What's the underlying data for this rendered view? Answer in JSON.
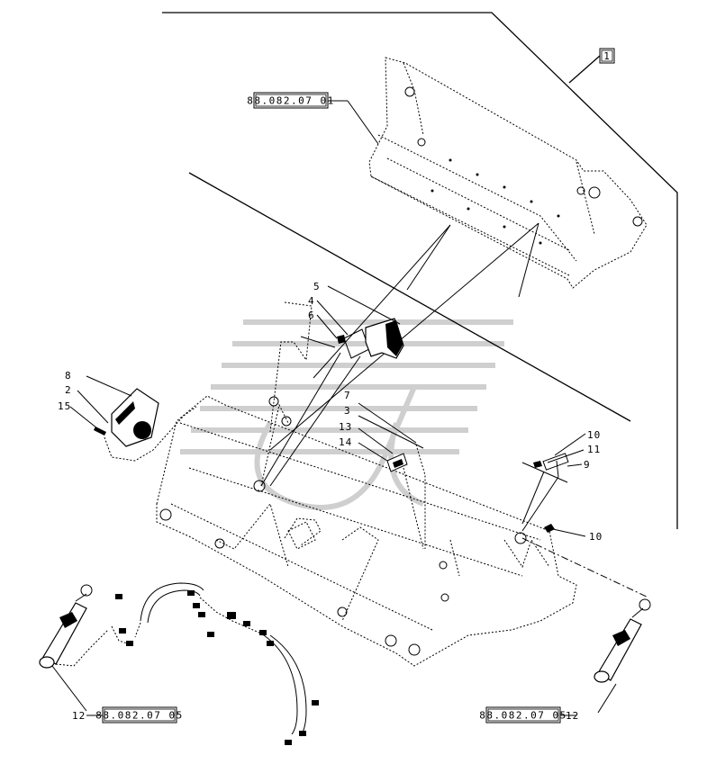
{
  "diagram": {
    "ref_boxes": [
      {
        "id": "ref-top",
        "text": "88.082.07 01"
      },
      {
        "id": "ref-bottom-left",
        "text": "88.082.07 05"
      },
      {
        "id": "ref-bottom-right",
        "text": "88.082.07 05"
      }
    ],
    "callout_box": "1",
    "part_numbers": {
      "p5": "5",
      "p4": "4",
      "p6": "6",
      "p8": "8",
      "p2": "2",
      "p15": "15",
      "p7": "7",
      "p3": "3",
      "p13": "13",
      "p14": "14",
      "p10a": "10",
      "p11": "11",
      "p9": "9",
      "p10b": "10",
      "p12a": "12",
      "p12b": "12"
    }
  }
}
